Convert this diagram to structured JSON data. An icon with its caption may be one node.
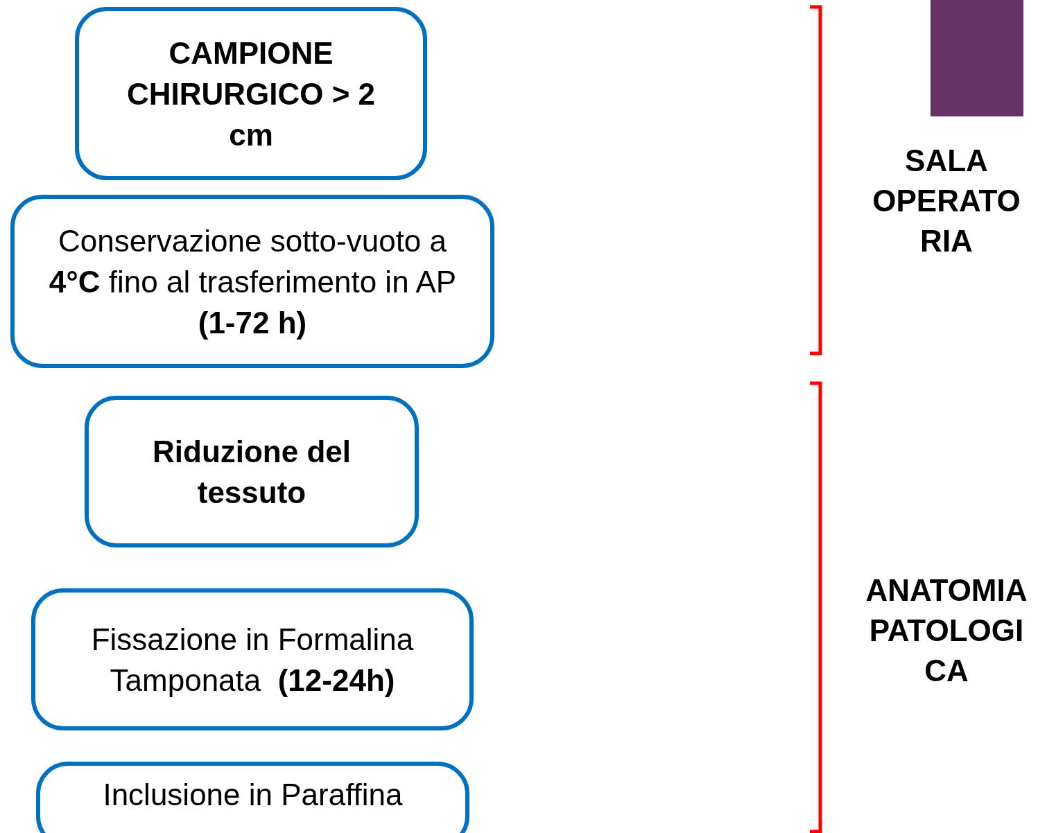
{
  "diagram": {
    "nodes": [
      {
        "text": [
          "CAMPIONE CHIRURGICO > 2 cm"
        ]
      },
      {
        "text": [
          "Conservazione sotto-vuoto a **4°C** fino al trasferimento in AP **(1-72 h)**"
        ]
      },
      {
        "text": [
          "Riduzione del tessuto"
        ]
      },
      {
        "text": [
          "Fissazione in Formalina Tamponata  **(12-24h)**"
        ]
      },
      {
        "text": [
          "Inclusione in Paraffina"
        ]
      }
    ],
    "labels": [
      "SALA OPERATO RIA",
      "ANATOMIA PATOLOGI CA"
    ]
  }
}
